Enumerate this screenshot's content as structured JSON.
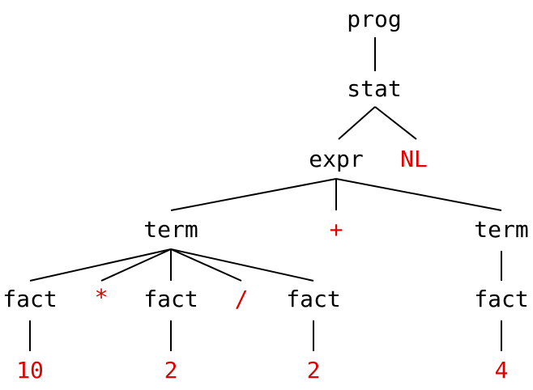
{
  "colors": {
    "nonterminal": "#000000",
    "terminal": "#e00000",
    "edge": "#000000"
  },
  "nodes": {
    "prog": "prog",
    "stat": "stat",
    "expr": "expr",
    "nl": "NL",
    "term_left": "term",
    "plus": "+",
    "term_right": "term",
    "fact_1": "fact",
    "mul": "*",
    "fact_2": "fact",
    "div": "/",
    "fact_3": "fact",
    "fact_4": "fact",
    "num_10": "10",
    "num_2a": "2",
    "num_2b": "2",
    "num_4": "4"
  }
}
